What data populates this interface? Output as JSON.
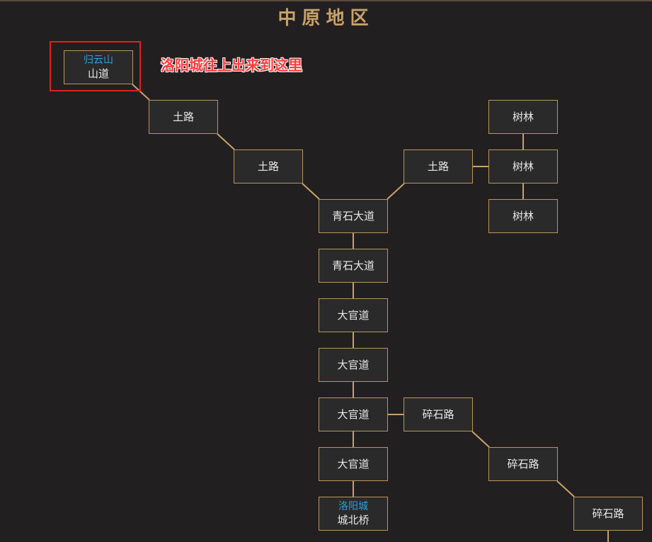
{
  "header": {
    "title": "中原地区"
  },
  "annotation": {
    "text": "洛阳城往上出来到这里"
  },
  "rooms": {
    "shandao": {
      "region": "归云山",
      "name": "山道"
    },
    "tulu1": {
      "name": "土路"
    },
    "tulu2": {
      "name": "土路"
    },
    "tulu3": {
      "name": "土路"
    },
    "shulin1": {
      "name": "树林"
    },
    "shulin2": {
      "name": "树林"
    },
    "shulin3": {
      "name": "树林"
    },
    "qingshi1": {
      "name": "青石大道"
    },
    "qingshi2": {
      "name": "青石大道"
    },
    "daguan1": {
      "name": "大官道"
    },
    "daguan2": {
      "name": "大官道"
    },
    "daguan3": {
      "name": "大官道"
    },
    "daguan4": {
      "name": "大官道"
    },
    "suishi1": {
      "name": "碎石路"
    },
    "suishi2": {
      "name": "碎石路"
    },
    "suishi3": {
      "name": "碎石路"
    },
    "chengbeiqiao": {
      "region": "洛阳城",
      "name": "城北桥"
    }
  },
  "colors": {
    "background": "#221f21",
    "room_border": "#b8965c",
    "title": "#c9a267",
    "region_label": "#2aa0e0",
    "annotation": "#ff3b3b"
  }
}
